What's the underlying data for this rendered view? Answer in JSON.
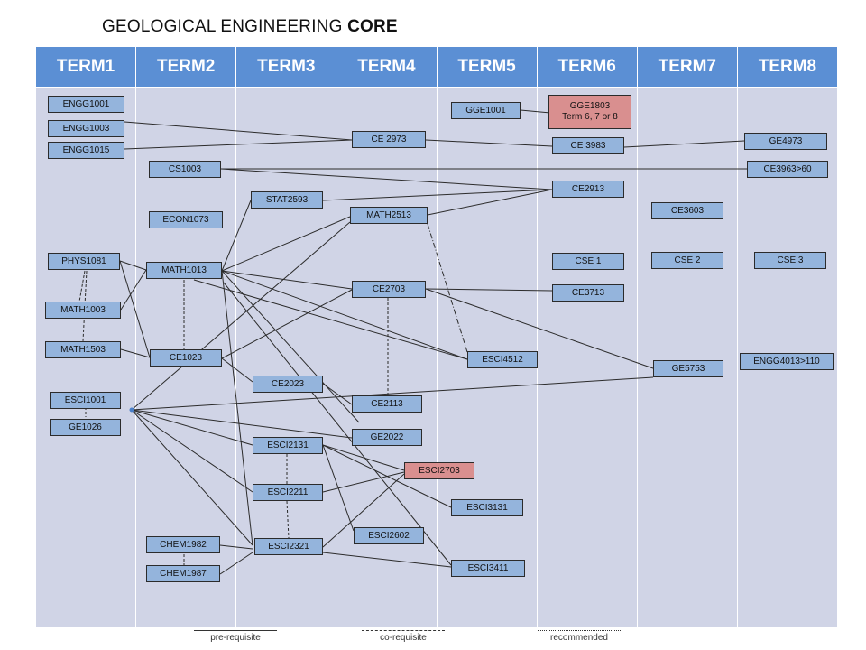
{
  "title": {
    "prefix": "GEOLOGICAL ENGINEERING ",
    "emphasis": "CORE"
  },
  "terms": [
    "TERM1",
    "TERM2",
    "TERM3",
    "TERM4",
    "TERM5",
    "TERM6",
    "TERM7",
    "TERM8"
  ],
  "courses": {
    "ENGG1001": "ENGG1001",
    "ENGG1003": "ENGG1003",
    "ENGG1015": "ENGG1015",
    "PHYS1081": "PHYS1081",
    "MATH1003": "MATH1003",
    "MATH1503": "MATH1503",
    "ESCI1001": "ESCI1001",
    "GE1026": "GE1026",
    "CS1003": "CS1003",
    "ECON1073": "ECON1073",
    "MATH1013": "MATH1013",
    "CE1023": "CE1023",
    "CHEM1982": "CHEM1982",
    "CHEM1987": "CHEM1987",
    "STAT2593": "STAT2593",
    "CE2023": "CE2023",
    "ESCI2131": "ESCI2131",
    "ESCI2211": "ESCI2211",
    "ESCI2321": "ESCI2321",
    "CE2973": "CE 2973",
    "MATH2513": "MATH2513",
    "CE2703": "CE2703",
    "CE2113": "CE2113",
    "GE2022": "GE2022",
    "ESCI2602": "ESCI2602",
    "GGE1001": "GGE1001",
    "ESCI4512": "ESCI4512",
    "ESCI2703": "ESCI2703",
    "ESCI3131": "ESCI3131",
    "ESCI3411": "ESCI3411",
    "GGE1803_line1": "GGE1803",
    "GGE1803_line2": "Term 6, 7 or 8",
    "CE3983": "CE 3983",
    "CE2913": "CE2913",
    "CSE1": "CSE 1",
    "CE3713": "CE3713",
    "CE3603": "CE3603",
    "CSE2": "CSE 2",
    "GE5753": "GE5753",
    "GE4973": "GE4973",
    "CE3963": "CE3963>60",
    "CSE3": "CSE 3",
    "ENGG4013": "ENGG4013>110"
  },
  "legend": {
    "prereq": "pre-requisite",
    "coreq": "co-requisite",
    "recommended": "recommended"
  },
  "colors": {
    "header": "#5b8fd4",
    "body": "#d0d4e6",
    "course": "#94b4dc",
    "highlight": "#d98f8f"
  }
}
